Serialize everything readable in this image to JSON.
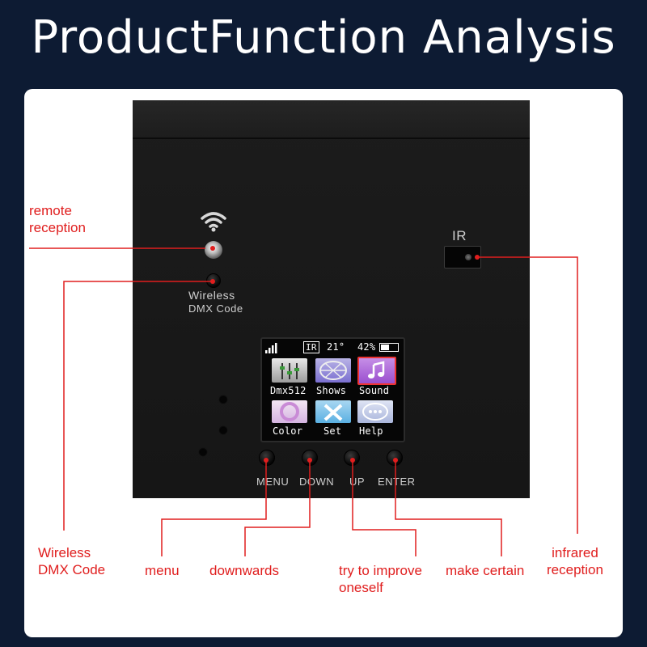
{
  "title": "ProductFunction Analysis",
  "device": {
    "ir_label": "IR",
    "wireless_label_line1": "Wireless",
    "wireless_label_line2": "DMX Code",
    "buttons": [
      "MENU",
      "DOWN",
      "UP",
      "ENTER"
    ]
  },
  "screen": {
    "status_ir": "IR",
    "status_temp": "21°",
    "status_battery": "42%",
    "tiles": [
      "Dmx512",
      "Shows",
      "Sound",
      "Color",
      "Set",
      "Help"
    ]
  },
  "annotations": {
    "remote_reception": [
      "remote",
      "reception"
    ],
    "wireless_dmx_code": [
      "Wireless",
      "DMX Code"
    ],
    "menu": "menu",
    "downwards": "downwards",
    "try_to_improve": [
      "try to improve",
      "oneself"
    ],
    "make_certain": "make certain",
    "infrared_reception": [
      "infrared",
      "reception"
    ]
  },
  "colors": {
    "background": "#0d1b33",
    "accent_red": "#e01e1e",
    "device_body": "#1a1a1a"
  }
}
